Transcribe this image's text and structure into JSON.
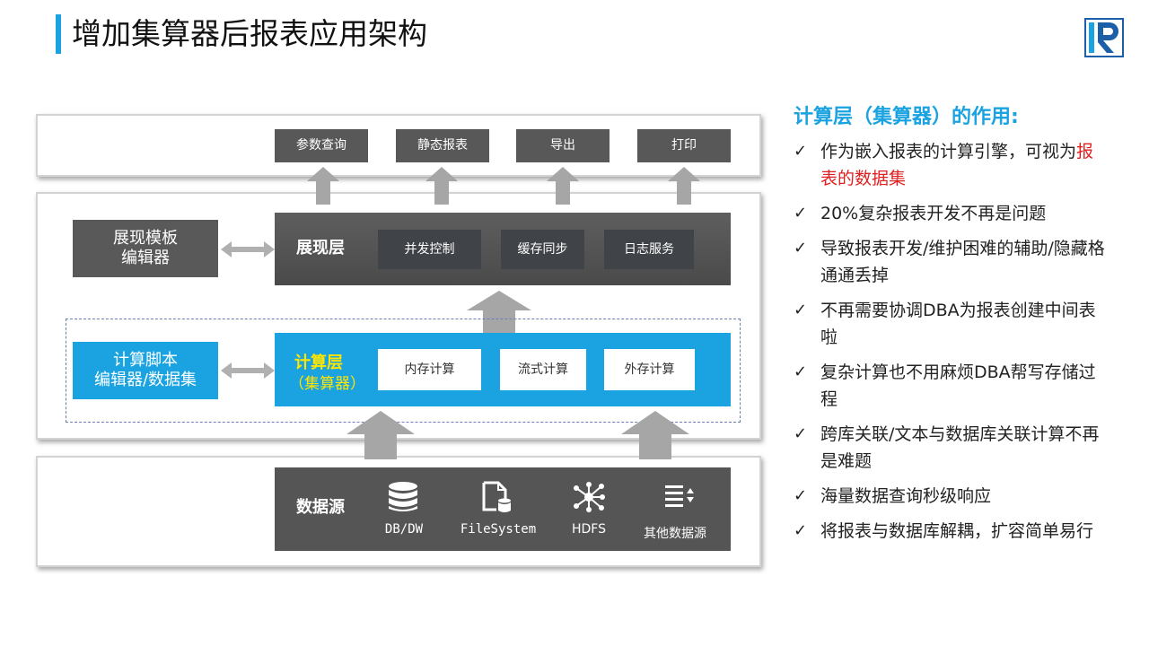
{
  "title": "增加集算器后报表应用架构",
  "top_buttons": [
    "参数查询",
    "静态报表",
    "导出",
    "打印"
  ],
  "template_editor": {
    "line1": "展现模板",
    "line2": "编辑器"
  },
  "presentation": {
    "label": "展现层",
    "items": [
      "并发控制",
      "缓存同步",
      "日志服务"
    ]
  },
  "script_editor": {
    "line1": "计算脚本",
    "line2": "编辑器/数据集"
  },
  "compute": {
    "label": "计算层",
    "sublabel": "（集算器）",
    "items": [
      "内存计算",
      "流式计算",
      "外存计算"
    ]
  },
  "datasource": {
    "label": "数据源",
    "items": [
      {
        "label": "DB/DW",
        "icon": "database-icon"
      },
      {
        "label": "FileSystem",
        "icon": "file-database-icon"
      },
      {
        "label": "HDFS",
        "icon": "network-icon"
      },
      {
        "label": "其他数据源",
        "icon": "list-sort-icon"
      }
    ]
  },
  "colors": {
    "accent": "#1aa3e0",
    "dark": "#585858",
    "highlight": "#ffe600",
    "red": "#e02020"
  },
  "right": {
    "title": "计算层（集算器）的作用:",
    "bullets": [
      {
        "before": "作为嵌入报表的计算引擎，可视为",
        "highlight": "报表的数据集"
      },
      {
        "before": "20%复杂报表开发不再是问题",
        "highlight": ""
      },
      {
        "before": "导致报表开发/维护困难的辅助/隐藏格通通丢掉",
        "highlight": ""
      },
      {
        "before": "不再需要协调DBA为报表创建中间表啦",
        "highlight": ""
      },
      {
        "before": "复杂计算也不用麻烦DBA帮写存储过程",
        "highlight": ""
      },
      {
        "before": "跨库关联/文本与数据库关联计算不再是难题",
        "highlight": ""
      },
      {
        "before": "海量数据查询秒级响应",
        "highlight": ""
      },
      {
        "before": "将报表与数据库解耦，扩容简单易行",
        "highlight": ""
      }
    ]
  }
}
